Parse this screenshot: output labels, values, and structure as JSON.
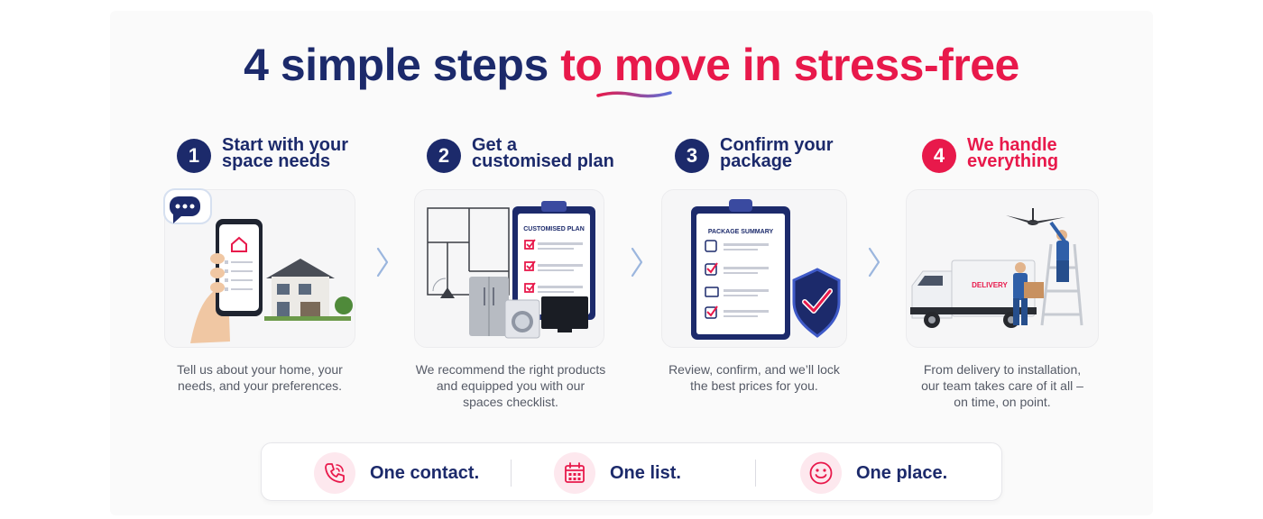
{
  "headline": {
    "dark": "4 simple steps",
    "accent": "to move in stress-free"
  },
  "colors": {
    "navy": "#1c2a6b",
    "accent_red": "#e8194b",
    "muted_text": "#555a66"
  },
  "steps": [
    {
      "number": "1",
      "title_line1": "Start with your",
      "title_line2": "space needs",
      "illustration": "smartphone-house-chat-illustration",
      "description_line1": "Tell us about your home, your",
      "description_line2": "needs, and your preferences.",
      "description_line3": ""
    },
    {
      "number": "2",
      "title_line1": "Get a",
      "title_line2": "customised plan",
      "illustration": "floorplan-appliances-clipboard-illustration",
      "clipboard_title": "CUSTOMISED PLAN",
      "description_line1": "We recommend the right products",
      "description_line2": "and equipped you with our",
      "description_line3": "spaces checklist."
    },
    {
      "number": "3",
      "title_line1": "Confirm your",
      "title_line2": "package",
      "illustration": "package-summary-shield-illustration",
      "clipboard_title": "PACKAGE SUMMARY",
      "description_line1": "Review, confirm, and we’ll lock",
      "description_line2": "the best prices for you.",
      "description_line3": ""
    },
    {
      "number": "4",
      "title_line1": "We handle",
      "title_line2": "everything",
      "illustration": "delivery-truck-installer-illustration",
      "truck_label": "DELIVERY",
      "description_line1": "From delivery to installation,",
      "description_line2": "our team takes care of it all –",
      "description_line3": "on time, on point."
    }
  ],
  "benefits": [
    {
      "icon": "phone-icon",
      "label": "One contact."
    },
    {
      "icon": "calendar-list-icon",
      "label": "One list."
    },
    {
      "icon": "smiley-icon",
      "label": "One place."
    }
  ]
}
